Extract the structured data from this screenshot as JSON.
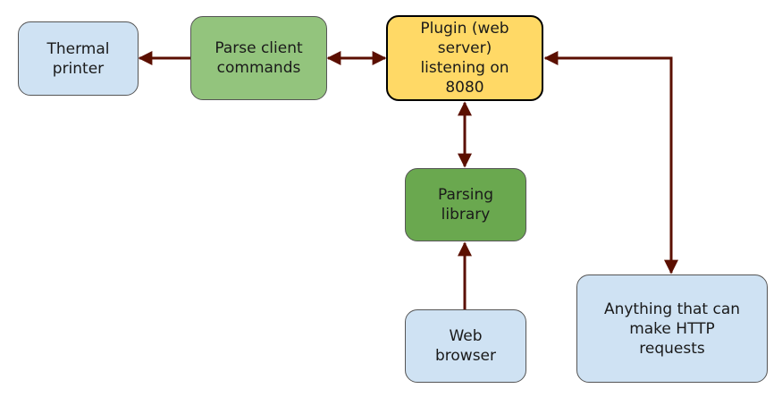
{
  "nodes": {
    "thermal_printer": "Thermal\nprinter",
    "parse_client": "Parse client\ncommands",
    "plugin": "Plugin (web\nserver)\nlistening on\n8080",
    "parsing_library": "Parsing\nlibrary",
    "web_browser": "Web\nbrowser",
    "http_clients": "Anything that can\nmake HTTP\nrequests"
  },
  "colors": {
    "arrow": "#5b0f00",
    "light_blue": "#cfe2f3",
    "light_green": "#93c47d",
    "dark_green": "#6aa84f",
    "yellow": "#ffd966"
  }
}
